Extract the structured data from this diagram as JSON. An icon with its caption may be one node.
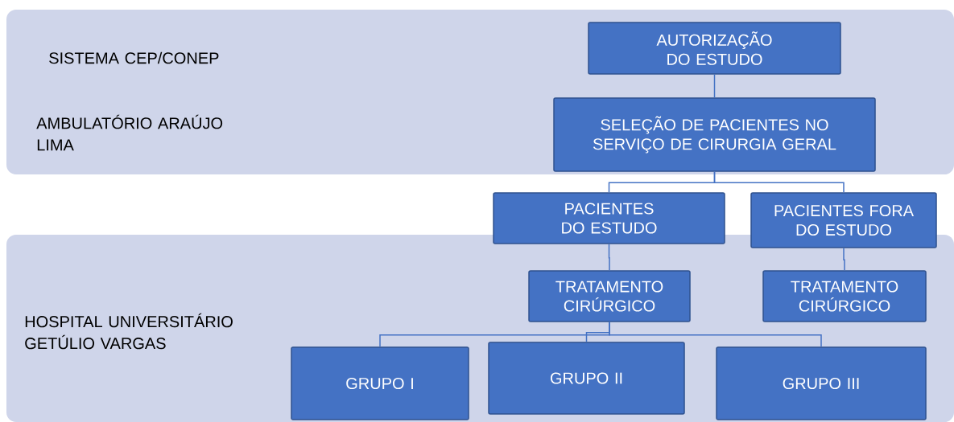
{
  "diagram": {
    "nodes": [
      {
        "text": [
          "SISTEMA CEP/CONEP",
          "AMBULATÓRIO ARAÚJO LIMA"
        ]
      },
      {
        "text": [
          "AUTORIZAÇÃO DO ESTUDO"
        ],
        "in": 0
      },
      {
        "text": [
          "SELEÇÃO DE PACIENTES NO SERVIÇO DE CIRURGIA GERAL"
        ],
        "in": 0
      },
      {
        "text": [
          "PACIENTES DO ESTUDO"
        ]
      },
      {
        "text": [
          "PACIENTES FORA DO ESTUDO"
        ]
      },
      {
        "text": [
          "HOSPITAL UNIVERSITÁRIO GETÚLIO VARGAS"
        ]
      },
      {
        "text": [
          "TRATAMENTO CIRÚRGICO"
        ],
        "in": 5
      },
      {
        "text": [
          "TRATAMENTO CIRÚRGICO"
        ],
        "in": 5
      },
      {
        "text": [
          "GRUPO I"
        ],
        "in": 5
      },
      {
        "text": [
          "GRUPO II"
        ],
        "in": 5
      },
      {
        "text": [
          "GRUPO III"
        ],
        "in": 5
      }
    ],
    "edges": [
      {
        "from": 1,
        "to": 2,
        "arrow": "none"
      },
      {
        "from": 2,
        "to": 3,
        "arrow": "none"
      },
      {
        "from": 2,
        "to": 4,
        "arrow": "none"
      },
      {
        "from": 3,
        "to": 6,
        "arrow": "none"
      },
      {
        "from": 4,
        "to": 7,
        "arrow": "none"
      },
      {
        "from": 6,
        "to": 8,
        "arrow": "none"
      },
      {
        "from": 6,
        "to": 9,
        "arrow": "none"
      },
      {
        "from": 6,
        "to": 10,
        "arrow": "none"
      }
    ]
  }
}
